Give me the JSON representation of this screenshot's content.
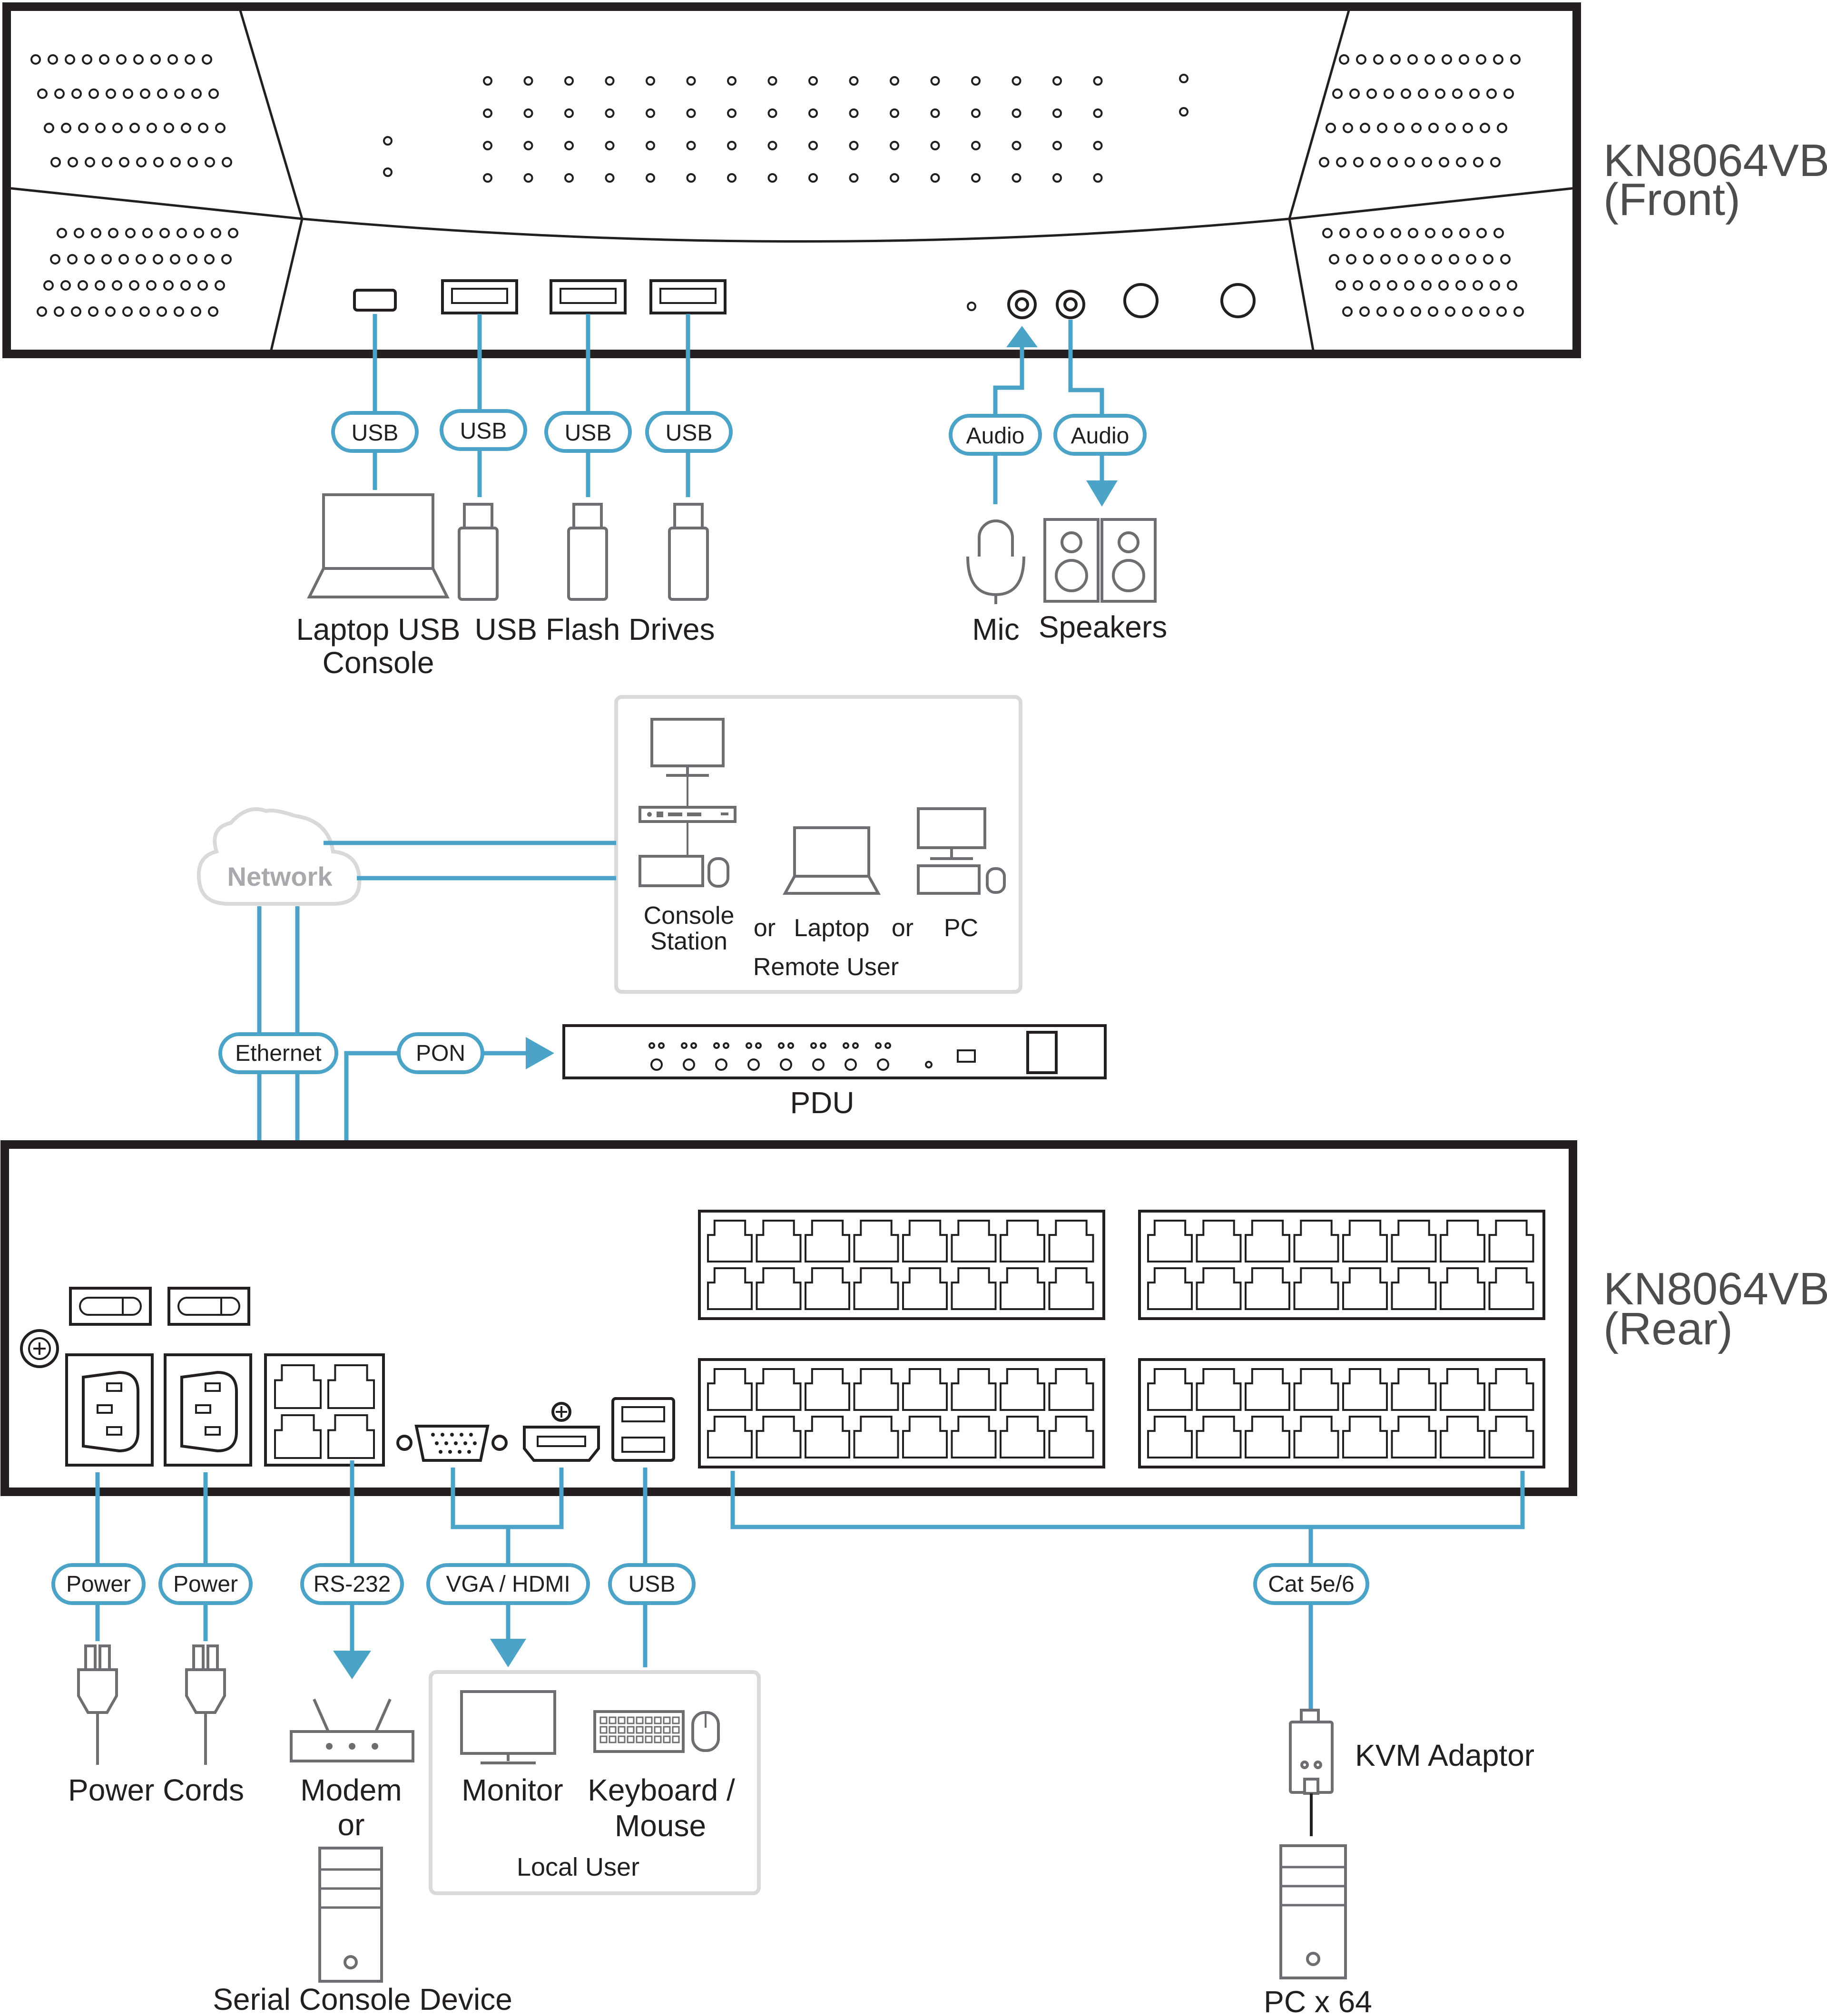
{
  "front": {
    "model": "KN8064VB",
    "side": "(Front)"
  },
  "rear": {
    "model": "KN8064VB",
    "side": "(Rear)"
  },
  "cable_labels": {
    "usb_laptop": "USB",
    "usb_1": "USB",
    "usb_2": "USB",
    "usb_3": "USB",
    "audio_mic": "Audio",
    "audio_speakers": "Audio",
    "ethernet": "Ethernet",
    "pon": "PON",
    "power_1": "Power",
    "power_2": "Power",
    "rs232": "RS-232",
    "vga_hdmi": "VGA / HDMI",
    "usb_local": "USB",
    "cat": "Cat 5e/6"
  },
  "devices": {
    "laptop_console_l1": "Laptop USB",
    "laptop_console_l2": "Console",
    "flash_drives": "USB Flash Drives",
    "mic": "Mic",
    "speakers": "Speakers",
    "network": "Network",
    "console_station_l1": "Console",
    "console_station_l2": "Station",
    "or_1": "or",
    "laptop": "Laptop",
    "or_2": "or",
    "pc": "PC",
    "remote_user": "Remote User",
    "pdu": "PDU",
    "power_cords": "Power Cords",
    "modem": "Modem",
    "modem_or": "or",
    "serial_console": "Serial Console Device",
    "monitor": "Monitor",
    "keyboard_mouse_l1": "Keyboard /",
    "keyboard_mouse_l2": "Mouse",
    "local_user": "Local User",
    "kvm_adaptor": "KVM Adaptor",
    "pc_x64": "PC x 64"
  },
  "colors": {
    "cable": "#4ba3c7",
    "outline": "#231f20",
    "panel_border": "#d9d9d9",
    "model_text": "#4d4d4f"
  }
}
